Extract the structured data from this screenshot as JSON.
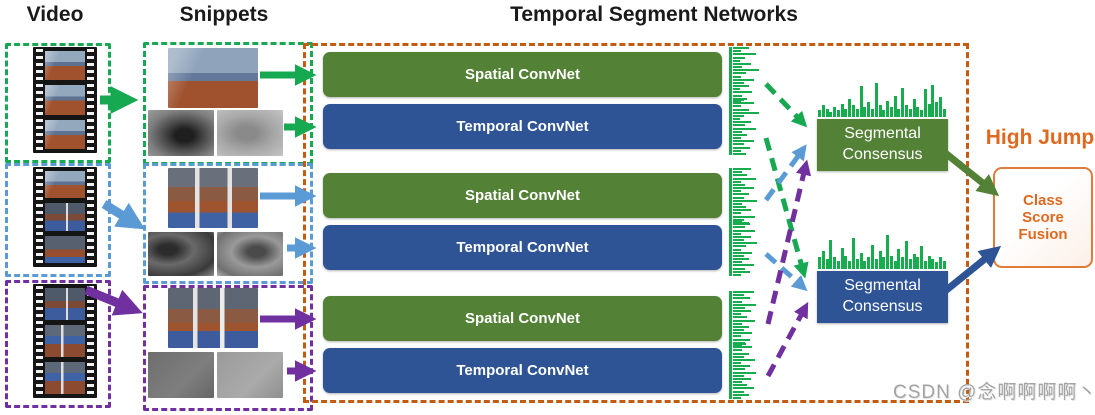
{
  "titles": {
    "video": "Video",
    "snippets": "Snippets",
    "tsn": "Temporal Segment Networks"
  },
  "colors": {
    "segment_green": "#17a852",
    "segment_blue": "#5b9bd5",
    "segment_purple": "#7030a0",
    "tsn_border_orange": "#c55a11",
    "spatial_convnet_green": "#538135",
    "temporal_convnet_blue": "#2e5496",
    "score_bar_green": "#17ad4f",
    "accent_orange_text": "#e0691f",
    "fusion_border_orange": "#e07b39"
  },
  "segments": [
    {
      "name": "segment-1",
      "color": "green",
      "frames": [
        "ph-run",
        "ph-run",
        "ph-run"
      ]
    },
    {
      "name": "segment-2",
      "color": "blue",
      "frames": [
        "ph-run",
        "ph-jump",
        "ph-crowd"
      ]
    },
    {
      "name": "segment-3",
      "color": "purple",
      "frames": [
        "ph-jump",
        "ph-jump2",
        "ph-jump2"
      ]
    }
  ],
  "convnet_rows": [
    {
      "label": "Spatial ConvNet",
      "segment": 1,
      "stream": "spatial"
    },
    {
      "label": "Temporal ConvNet",
      "segment": 1,
      "stream": "temporal"
    },
    {
      "label": "Spatial ConvNet",
      "segment": 2,
      "stream": "spatial"
    },
    {
      "label": "Temporal ConvNet",
      "segment": 2,
      "stream": "temporal"
    },
    {
      "label": "Spatial ConvNet",
      "segment": 3,
      "stream": "spatial"
    },
    {
      "label": "Temporal ConvNet",
      "segment": 3,
      "stream": "temporal"
    }
  ],
  "consensus": [
    {
      "label": "Segmental Consensus",
      "stream": "spatial"
    },
    {
      "label": "Segmental Consensus",
      "stream": "temporal"
    }
  ],
  "output": {
    "class_label": "High Jump",
    "fusion_label": "Class Score Fusion"
  },
  "watermark": "CSDN @念啊啊啊啊丶",
  "chart_data": {
    "type": "bar",
    "title": "class score distributions (schematic, unlabeled axes)",
    "snippet_scores": [
      [
        0.5,
        0.2,
        0.8,
        0.35,
        0.15,
        0.6,
        0.25,
        0.9,
        0.4,
        0.2,
        0.7,
        0.3,
        0.5,
        0.15,
        0.65,
        0.25,
        0.45,
        0.2
      ],
      [
        0.3,
        0.7,
        0.2,
        0.5,
        0.9,
        0.3,
        0.15,
        0.6,
        0.35,
        0.8,
        0.25,
        0.45,
        0.2,
        0.7,
        0.3,
        0.55,
        0.2,
        0.4
      ],
      [
        0.6,
        0.25,
        0.45,
        0.8,
        0.2,
        0.35,
        0.7,
        0.2,
        0.5,
        0.3,
        0.85,
        0.25,
        0.4,
        0.6,
        0.2,
        0.75,
        0.3,
        0.5
      ],
      [
        0.25,
        0.55,
        0.35,
        0.75,
        0.2,
        0.6,
        0.3,
        0.85,
        0.4,
        0.2,
        0.65,
        0.3,
        0.5,
        0.25,
        0.7,
        0.35,
        0.55,
        0.2
      ],
      [
        0.7,
        0.3,
        0.55,
        0.25,
        0.8,
        0.35,
        0.6,
        0.2,
        0.45,
        0.75,
        0.25,
        0.5,
        0.3,
        0.65,
        0.2,
        0.55,
        0.35,
        0.25
      ],
      [
        0.4,
        0.65,
        0.25,
        0.5,
        0.3,
        0.75,
        0.2,
        0.55,
        0.35,
        0.8,
        0.3,
        0.6,
        0.25,
        0.45,
        0.7,
        0.3,
        0.5,
        0.2
      ]
    ],
    "consensus_scores": [
      [
        0.15,
        0.3,
        0.2,
        0.1,
        0.25,
        0.15,
        0.35,
        0.2,
        0.5,
        0.3,
        0.2,
        0.9,
        0.25,
        0.4,
        0.2,
        1.0,
        0.3,
        0.15,
        0.45,
        0.25,
        0.6,
        0.2,
        0.85,
        0.3,
        0.2,
        0.5,
        0.25,
        0.15,
        0.8,
        0.35,
        0.95,
        0.4,
        0.55,
        0.2
      ],
      [
        0.3,
        0.5,
        0.25,
        0.85,
        0.3,
        0.2,
        0.6,
        0.35,
        0.2,
        0.9,
        0.25,
        0.45,
        0.2,
        0.3,
        0.7,
        0.25,
        0.5,
        0.3,
        1.0,
        0.35,
        0.2,
        0.55,
        0.3,
        0.8,
        0.25,
        0.4,
        0.3,
        0.65,
        0.2,
        0.35,
        0.25,
        0.15,
        0.3,
        0.2
      ]
    ]
  }
}
